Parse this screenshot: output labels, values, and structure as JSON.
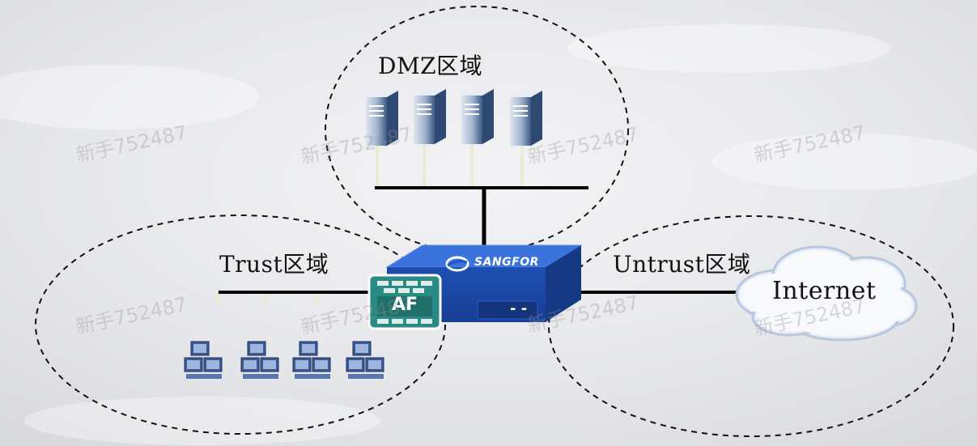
{
  "zones": {
    "dmz": "DMZ区域",
    "trust": "Trust区域",
    "untrust": "Untrust区域"
  },
  "cloud_label": "Internet",
  "firewall": {
    "brand": "SANGFOR",
    "badge": "AF",
    "port_mark": "- -"
  },
  "watermark": "新手752487",
  "colors": {
    "firewall_body": "#1f4fb5",
    "firewall_top": "#2e67d6",
    "badge": "#2a8a84",
    "line": "#000000",
    "server": "#3c5a84",
    "pc": "#3a5b9a",
    "cloud": "#c6d2e6"
  },
  "icons": [
    "server-icon",
    "desktop-pc-icon",
    "cloud-icon",
    "firewall-appliance-icon"
  ]
}
